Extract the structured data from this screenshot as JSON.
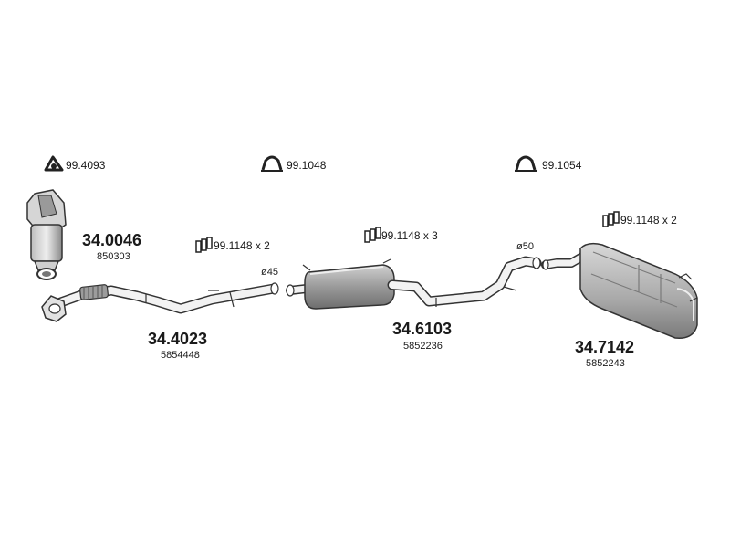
{
  "parts": [
    {
      "id": "catalytic_converter",
      "number": "34.0046",
      "oe": "850303"
    },
    {
      "id": "front_pipe",
      "number": "34.4023",
      "oe": "5854448"
    },
    {
      "id": "center_muffler",
      "number": "34.6103",
      "oe": "5852236"
    },
    {
      "id": "rear_muffler",
      "number": "34.7142",
      "oe": "5852243"
    }
  ],
  "accessories": [
    {
      "id": "gasket",
      "code": "99.4093"
    },
    {
      "id": "clamp_1",
      "code": "99.1048"
    },
    {
      "id": "clamp_2",
      "code": "99.1054"
    },
    {
      "id": "hanger_front",
      "code": "99.1148 x 2"
    },
    {
      "id": "hanger_center",
      "code": "99.1148 x 3"
    },
    {
      "id": "hanger_rear",
      "code": "99.1148 x 2"
    }
  ],
  "diameters": [
    "ø45",
    "ø50"
  ],
  "colors": {
    "line": "#333333",
    "fill_light": "#e6e6e6",
    "fill_mid": "#b9b9b9",
    "fill_dark": "#8c8c8c"
  }
}
